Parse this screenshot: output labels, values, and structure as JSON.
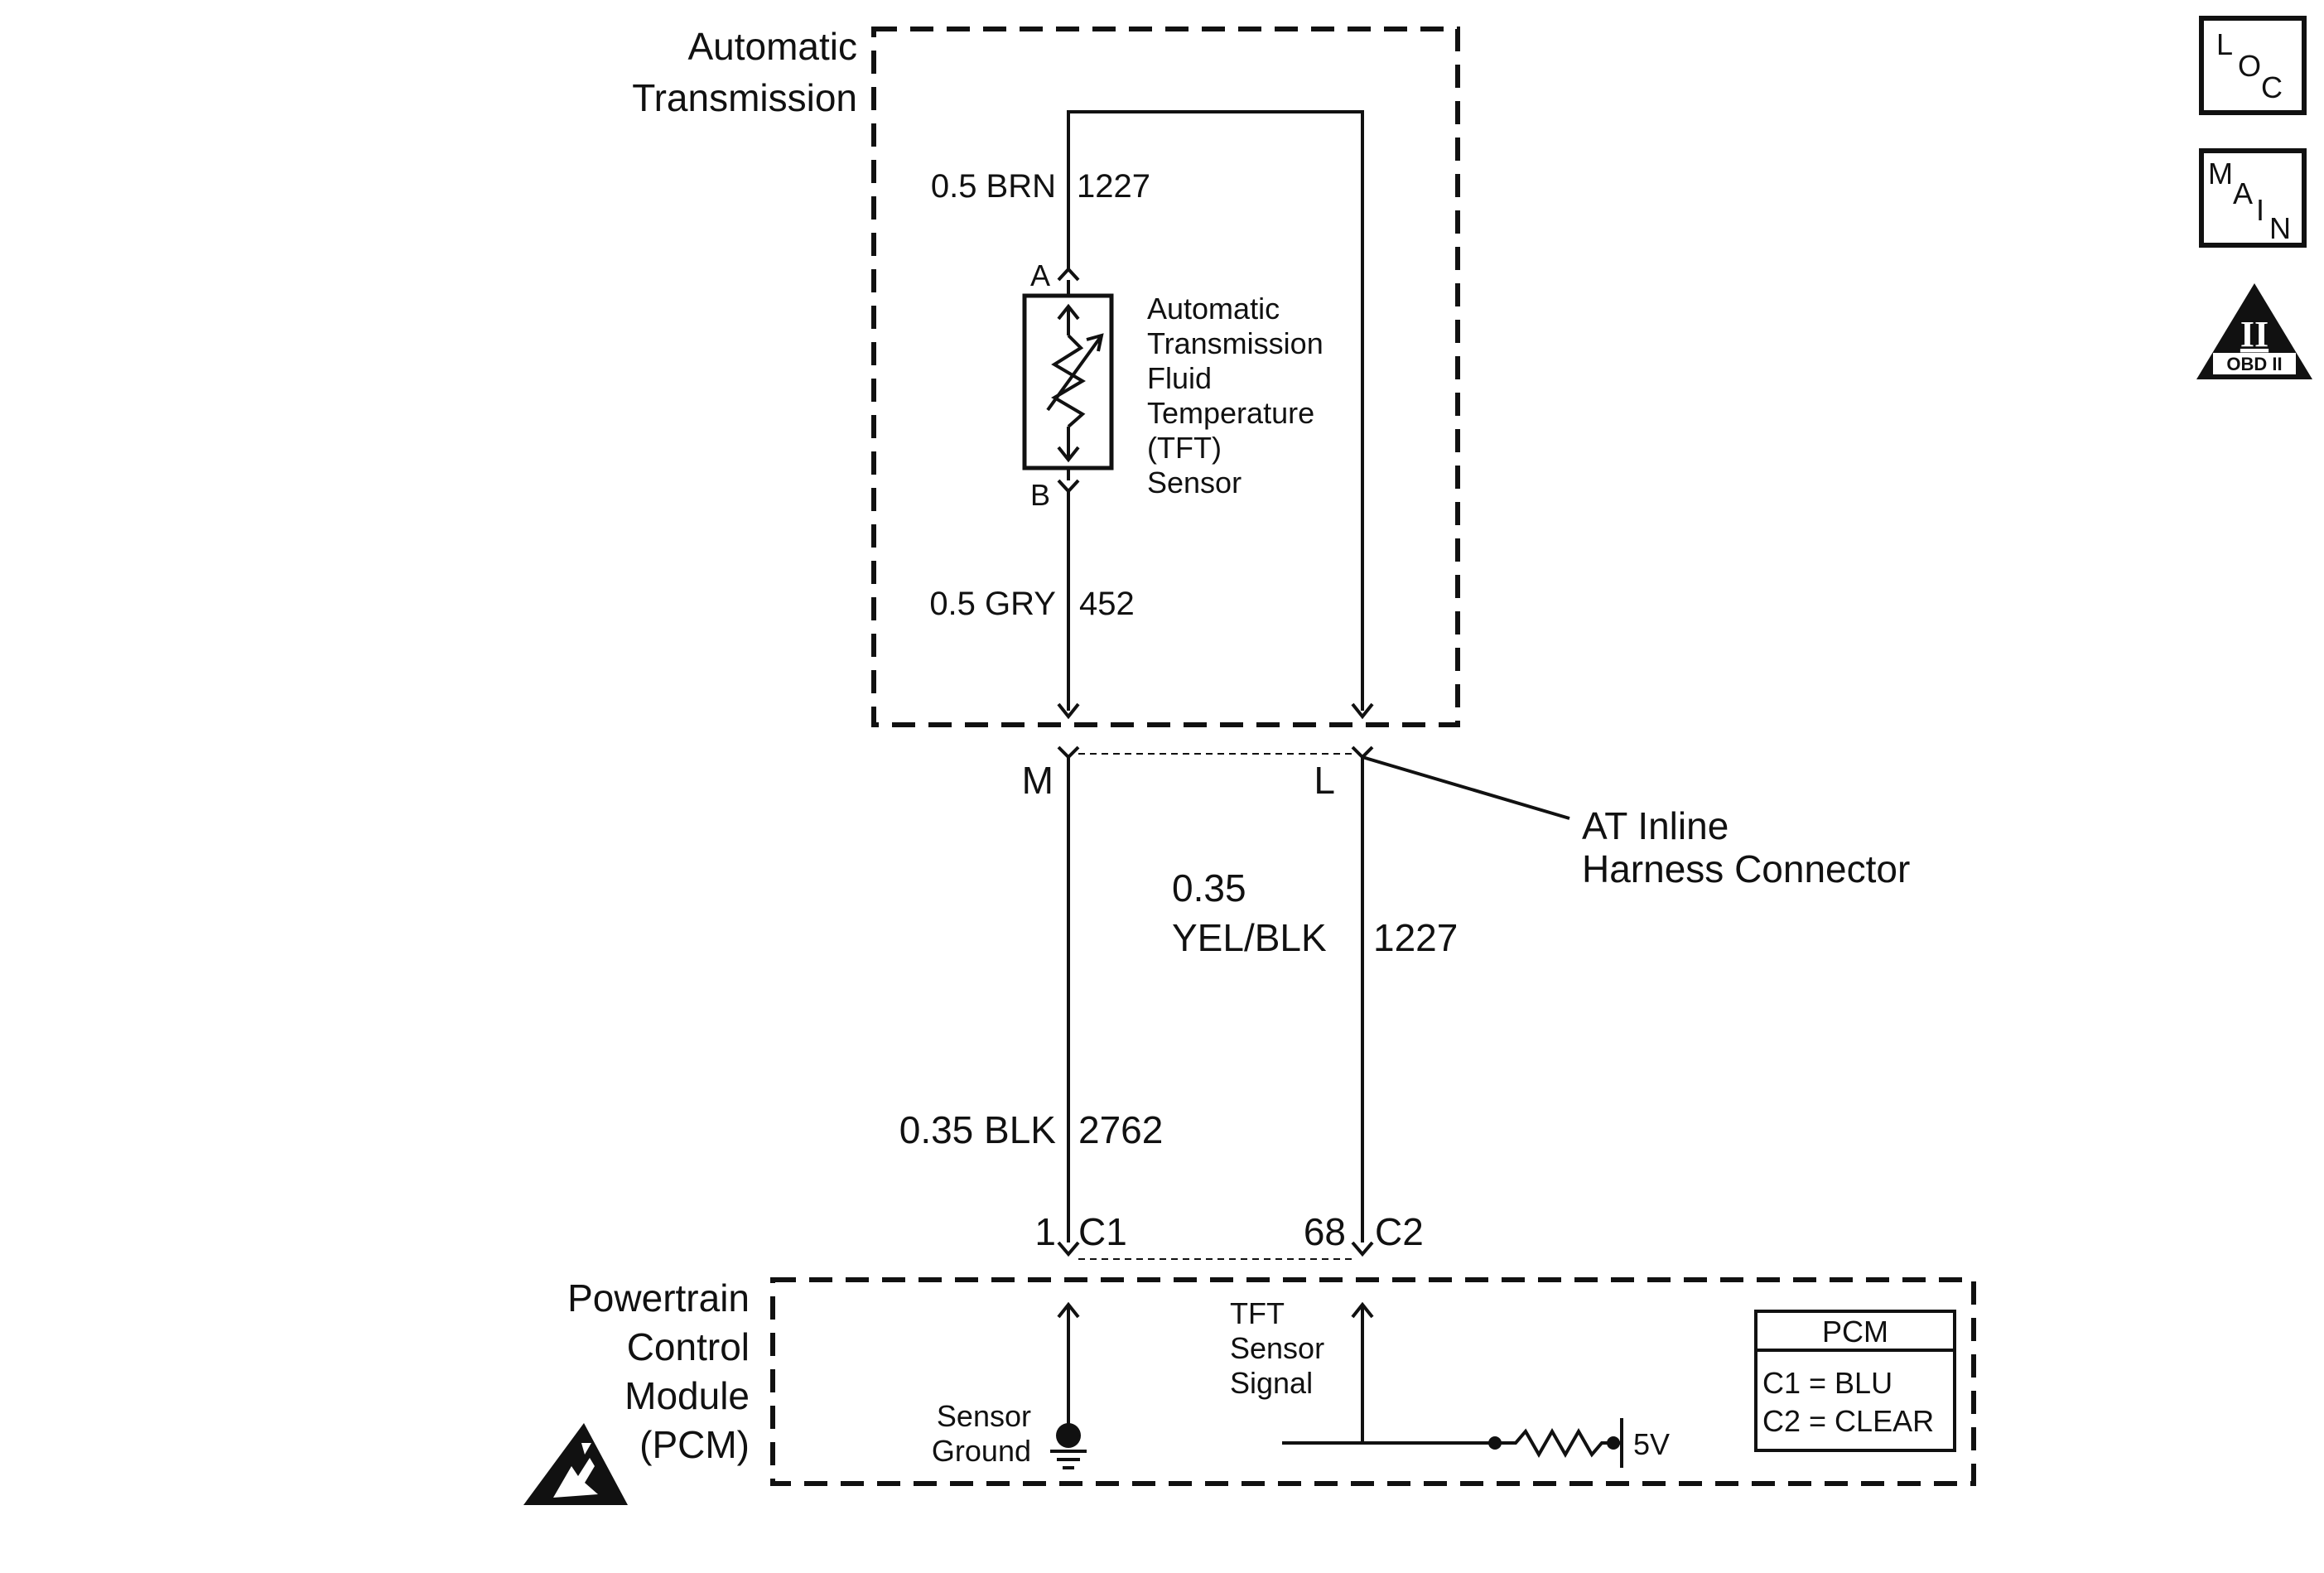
{
  "transmission": {
    "title_line1": "Automatic",
    "title_line2": "Transmission"
  },
  "sensor": {
    "pin_a": "A",
    "pin_b": "B",
    "name_lines": [
      "Automatic",
      "Transmission",
      "Fluid",
      "Temperature",
      "(TFT)",
      "Sensor"
    ]
  },
  "wires": {
    "top_wire": "0.5 BRN",
    "top_circuit": "1227",
    "bottom_wire": "0.5 GRY",
    "bottom_circuit": "452",
    "right_wire_line1": "0.35",
    "right_wire_line2": "YEL/BLK",
    "right_circuit": "1227",
    "left_wire": "0.35 BLK",
    "left_circuit": "2762"
  },
  "inline_connector": {
    "pin_m": "M",
    "pin_l": "L",
    "label_line1": "AT Inline",
    "label_line2": "Harness Connector"
  },
  "pcm_pins": {
    "left_pin": "1",
    "left_conn": "C1",
    "right_pin": "68",
    "right_conn": "C2"
  },
  "pcm": {
    "title_lines": [
      "Powertrain",
      "Control",
      "Module",
      "(PCM)"
    ],
    "sensor_ground_lines": [
      "Sensor",
      "Ground"
    ],
    "tft_signal_lines": [
      "TFT",
      "Sensor",
      "Signal"
    ],
    "reference_voltage": "5V",
    "legend_title": "PCM",
    "legend_c1": "C1 = BLU",
    "legend_c2": "C2 = CLEAR"
  },
  "side_icons": {
    "loc": [
      "L",
      "O",
      "C"
    ],
    "main": [
      "M",
      "A",
      "I",
      "N"
    ],
    "obd_symbol": "II",
    "obd_label": "OBD II"
  }
}
